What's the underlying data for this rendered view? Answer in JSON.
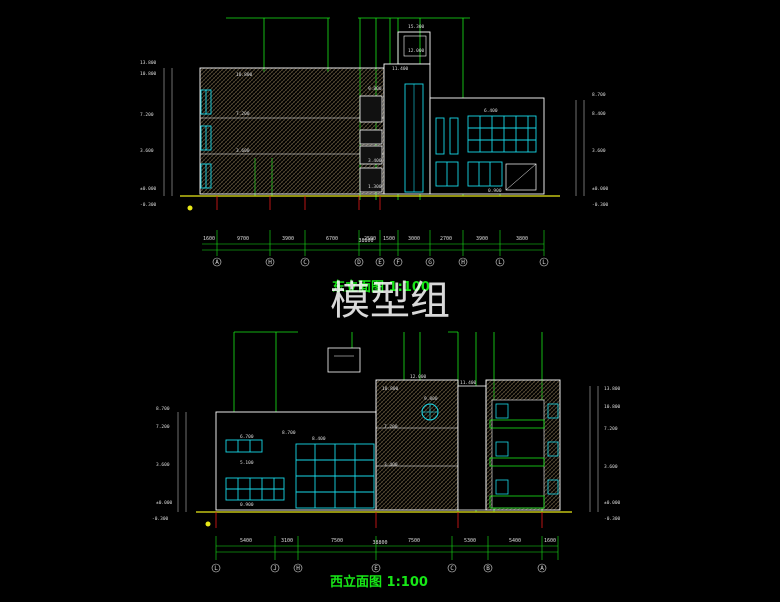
{
  "drawings": [
    {
      "title": "东立面图 1:100",
      "total_dim": "38800",
      "dims": [
        "1600",
        "9700",
        "3900",
        "6700",
        "2500",
        "1500",
        "3000",
        "2700",
        "3900",
        "3800"
      ],
      "axes": [
        "A",
        "H",
        "C",
        "D",
        "E",
        "F",
        "G",
        "H",
        "L",
        "L"
      ],
      "left_levels": [
        "13.800",
        "10.800",
        "7.200",
        "3.600",
        "±0.000",
        "-0.300"
      ],
      "right_levels": [
        "8.700",
        "8.400",
        "3.600",
        "±0.000",
        "-0.300"
      ],
      "tags": [
        "15.300",
        "12.000",
        "11.400",
        "10.800",
        "9.800",
        "7.200",
        "6.400",
        "3.600",
        "3.400",
        "1.300",
        "0.900"
      ]
    },
    {
      "title": "西立面图 1:100",
      "total_dim": "38800",
      "dims": [
        "5400",
        "3100",
        "7500",
        "7500",
        "5300",
        "5400",
        "1600"
      ],
      "axes": [
        "L",
        "J",
        "H",
        "E",
        "C",
        "B",
        "A"
      ],
      "left_levels": [
        "8.700",
        "7.200",
        "3.600",
        "±0.000",
        "-0.300"
      ],
      "right_levels": [
        "13.800",
        "10.800",
        "7.200",
        "3.600",
        "±0.000",
        "-0.300"
      ],
      "tags": [
        "12.000",
        "11.400",
        "10.800",
        "9.800",
        "8.700",
        "8.400",
        "7.200",
        "6.700",
        "5.100",
        "3.400",
        "0.900"
      ]
    }
  ],
  "watermark": "模型组",
  "colors": {
    "outline": "#ffffff",
    "window": "#18d8e8",
    "leader": "#18e818",
    "hatch": "#7a6a4a",
    "axis": "#e81818",
    "ground": "#e8e818"
  }
}
